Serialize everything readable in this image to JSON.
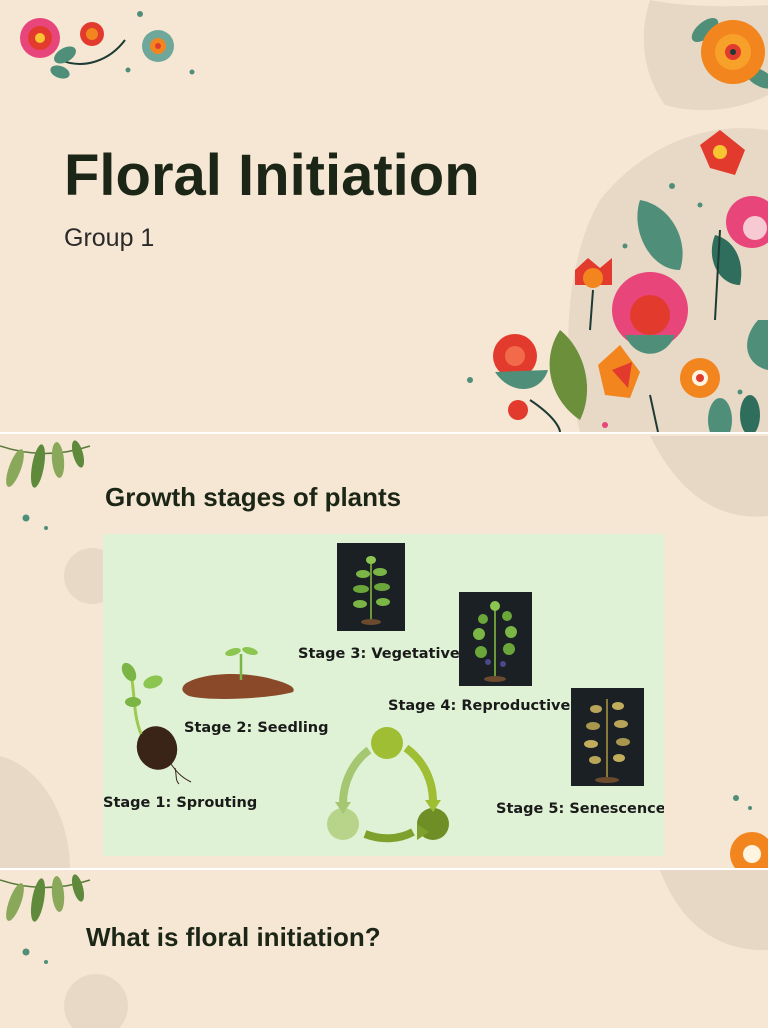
{
  "slides": [
    {
      "title": "Floral Initiation",
      "subtitle": "Group 1"
    },
    {
      "heading": "Growth stages of plants",
      "stages": [
        "Stage 1: Sprouting",
        "Stage 2: Seedling",
        "Stage 3: Vegetative",
        "Stage 4: Reproductive",
        "Stage  5: Senescence"
      ]
    },
    {
      "heading": "What is floral initiation?"
    }
  ],
  "colors": {
    "background": "#f6e7d4",
    "text": "#1c2616",
    "panel": "#dff2d5",
    "accent_green": "#9fbe34",
    "flower_red": "#e23b2e",
    "flower_orange": "#f2851d",
    "leaf_teal": "#4f8f7a"
  }
}
